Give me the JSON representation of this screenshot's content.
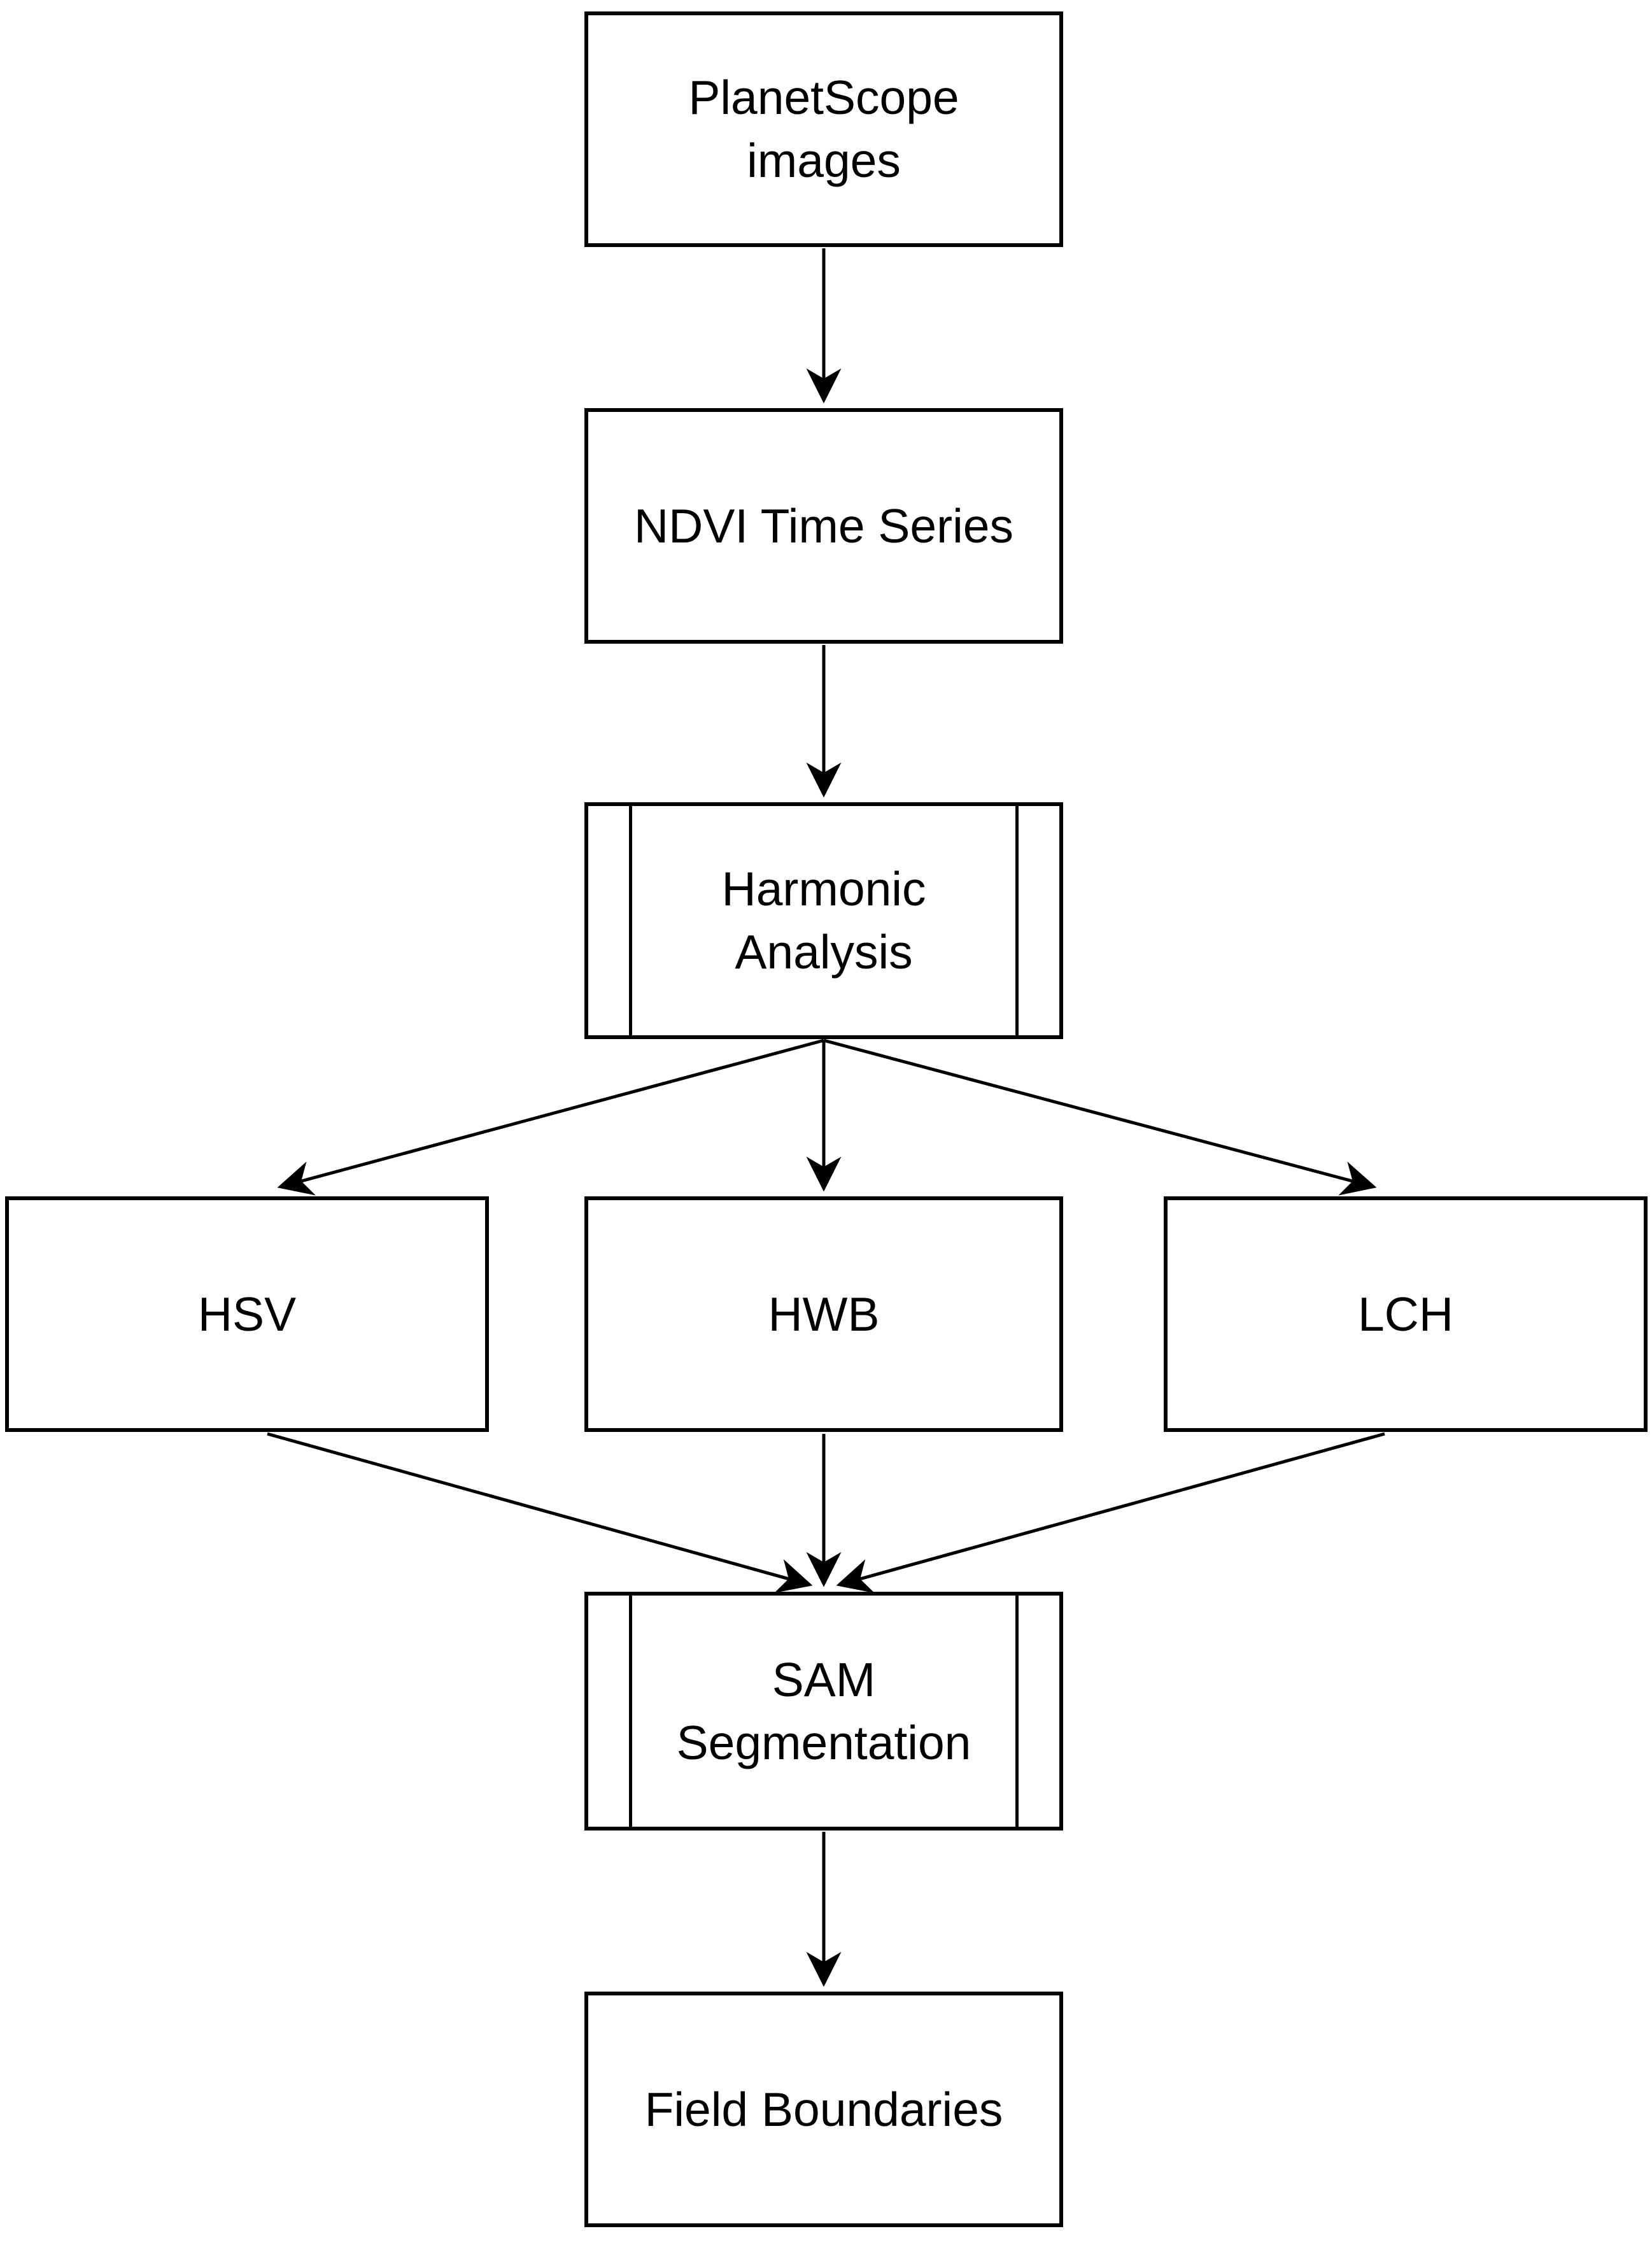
{
  "diagram": {
    "type": "flowchart",
    "background_color": "#ffffff",
    "stroke_color": "#000000",
    "text_color": "#000000",
    "nodes": [
      {
        "id": "planetscope",
        "label": "PlanetScope\nimages",
        "shape": "process"
      },
      {
        "id": "ndvi",
        "label": "NDVI Time Series",
        "shape": "process"
      },
      {
        "id": "harmonic",
        "label": "Harmonic\nAnalysis",
        "shape": "predefined-process"
      },
      {
        "id": "hsv",
        "label": "HSV",
        "shape": "process"
      },
      {
        "id": "hwb",
        "label": "HWB",
        "shape": "process"
      },
      {
        "id": "lch",
        "label": "LCH",
        "shape": "process"
      },
      {
        "id": "sam",
        "label": "SAM\nSegmentation",
        "shape": "predefined-process"
      },
      {
        "id": "field",
        "label": "Field Boundaries",
        "shape": "process"
      }
    ],
    "edges": [
      {
        "from": "planetscope",
        "to": "ndvi"
      },
      {
        "from": "ndvi",
        "to": "harmonic"
      },
      {
        "from": "harmonic",
        "to": "hsv"
      },
      {
        "from": "harmonic",
        "to": "hwb"
      },
      {
        "from": "harmonic",
        "to": "lch"
      },
      {
        "from": "hsv",
        "to": "sam"
      },
      {
        "from": "hwb",
        "to": "sam"
      },
      {
        "from": "lch",
        "to": "sam"
      },
      {
        "from": "sam",
        "to": "field"
      }
    ]
  }
}
